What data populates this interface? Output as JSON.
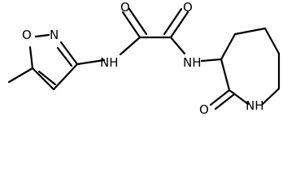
{
  "molecule": {
    "atoms": {
      "isoxazole_o": "O",
      "isoxazole_n": "N",
      "amide_n_left": "NH",
      "carbonyl_o_left": "O",
      "carbonyl_o_right": "O",
      "amide_n_right": "NH",
      "lactam_n": "NH",
      "lactam_o": "O"
    }
  }
}
